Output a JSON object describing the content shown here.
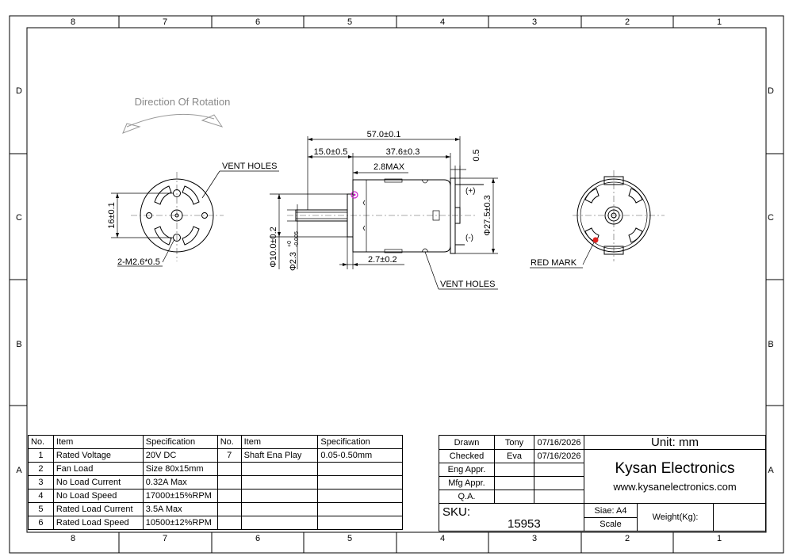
{
  "frame": {
    "top_zones": [
      "8",
      "7",
      "6",
      "5",
      "4",
      "3",
      "2",
      "1"
    ],
    "bottom_zones": [
      "8",
      "7",
      "6",
      "5",
      "4",
      "3",
      "2",
      "1"
    ],
    "side_zones": [
      "D",
      "C",
      "B",
      "A"
    ]
  },
  "views": {
    "rotation_label": "Direction Of Rotation",
    "front_left": {
      "vent_holes_label": "VENT HOLES",
      "height_dim": "16±0.1",
      "mount_holes_label": "2-M2.6*0.5"
    },
    "side": {
      "overall_length": "57.0±0.1",
      "shaft_length": "15.0±0.5",
      "body_length": "37.6±0.3",
      "max_dim": "2.8MAX",
      "gap_dim": "0.5",
      "diameter": "Φ27.5±0.3",
      "boss_diameter": "Φ10.0±0.2",
      "shaft_diameter": "Φ2.3",
      "shaft_tol_upper": "+0",
      "shaft_tol_lower": "-0.005",
      "flange_dim": "2.7±0.2",
      "terminal_positive": "(+)",
      "terminal_negative": "(-)",
      "vent_holes_label": "VENT HOLES"
    },
    "rear": {
      "red_mark_label": "RED MARK",
      "red_mark_color": "#e0201c"
    }
  },
  "spec_table": {
    "headers": [
      "No.",
      "Item",
      "Specification",
      "No.",
      "Item",
      "Specification"
    ],
    "rows": [
      [
        "1",
        "Rated Voltage",
        "20V DC",
        "7",
        "Shaft Ena Play",
        "0.05-0.50mm"
      ],
      [
        "2",
        "Fan Load",
        "Size 80x15mm",
        "",
        "",
        ""
      ],
      [
        "3",
        "No Load Current",
        "0.32A Max",
        "",
        "",
        ""
      ],
      [
        "4",
        "No Load Speed",
        "17000±15%RPM",
        "",
        "",
        ""
      ],
      [
        "5",
        "Rated Load Current",
        "3.5A Max",
        "",
        "",
        ""
      ],
      [
        "6",
        "Rated Load Speed",
        "10500±12%RPM",
        "",
        "",
        ""
      ]
    ]
  },
  "title_block": {
    "drawn_label": "Drawn",
    "drawn_name": "Tony",
    "drawn_date": "07/16/2026",
    "checked_label": "Checked",
    "checked_name": "Eva",
    "checked_date": "07/16/2026",
    "eng_label": "Eng Appr.",
    "mfg_label": "Mfg Appr.",
    "qa_label": "Q.A.",
    "unit": "Unit: mm",
    "company": "Kysan Electronics",
    "website": "www.kysanelectronics.com",
    "sku_label": "SKU:",
    "sku_value": "15953",
    "size_label": "Siae: A4",
    "scale_label": "Scale",
    "weight_label": "Weight(Kg):"
  }
}
